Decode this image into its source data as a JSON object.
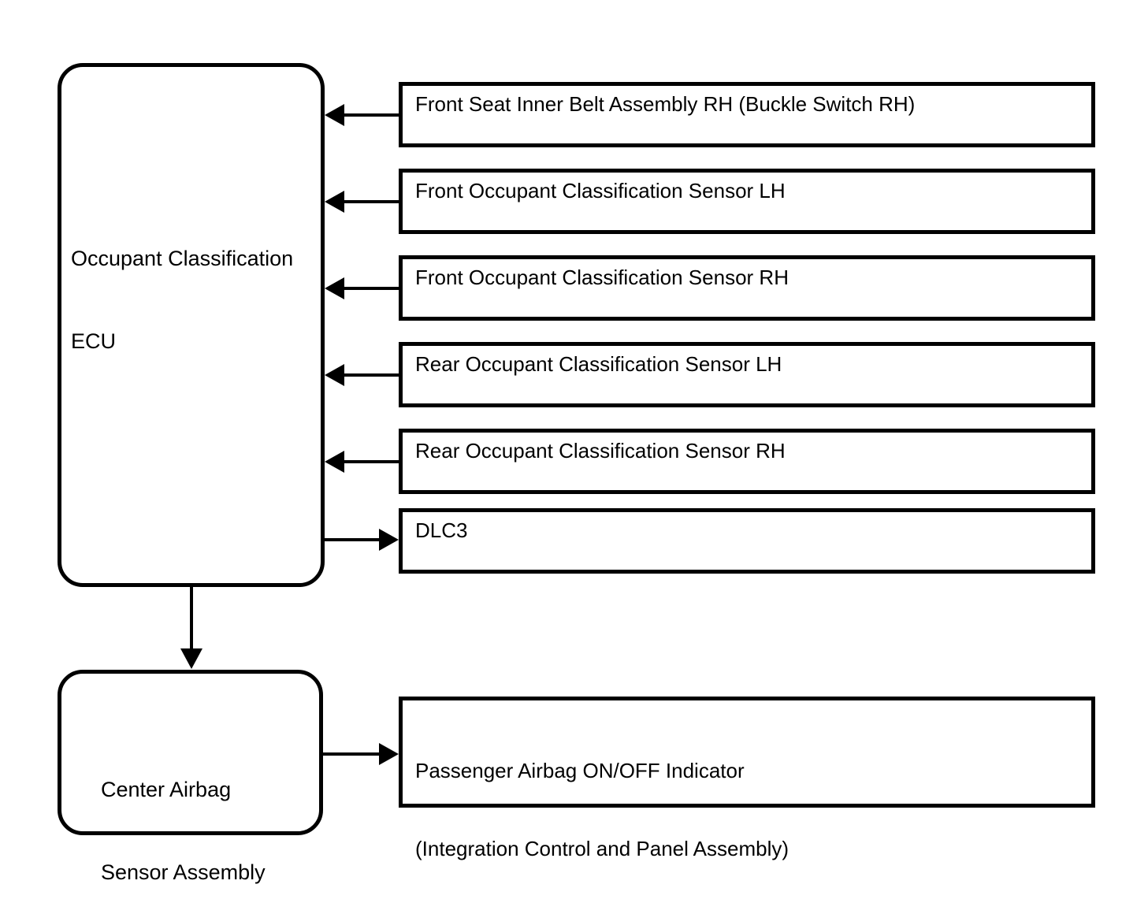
{
  "colors": {
    "background": "#ffffff",
    "line": "#000000",
    "text": "#000000"
  },
  "ecu": {
    "line1": "Occupant Classification",
    "line2": "ECU"
  },
  "center_airbag": {
    "line1": "Center Airbag",
    "line2": "Sensor Assembly"
  },
  "connected_boxes": [
    {
      "label": "Front Seat Inner Belt Assembly RH (Buckle Switch RH)",
      "arrow_direction": "into-ecu"
    },
    {
      "label": "Front Occupant Classification Sensor LH",
      "arrow_direction": "into-ecu"
    },
    {
      "label": "Front Occupant Classification Sensor RH",
      "arrow_direction": "into-ecu"
    },
    {
      "label": "Rear Occupant Classification Sensor LH",
      "arrow_direction": "into-ecu"
    },
    {
      "label": "Rear Occupant Classification Sensor RH",
      "arrow_direction": "into-ecu"
    },
    {
      "label": "DLC3",
      "arrow_direction": "from-ecu"
    }
  ],
  "passenger_indicator": {
    "line1": "Passenger Airbag ON/OFF Indicator",
    "line2": "(Integration Control and Panel Assembly)"
  }
}
